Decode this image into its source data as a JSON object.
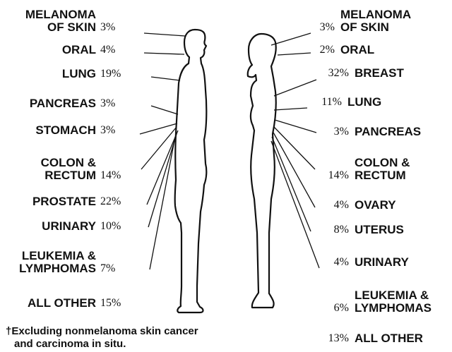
{
  "male": {
    "items": [
      {
        "label": [
          "MELANOMA",
          "OF SKIN"
        ],
        "pct": "3%"
      },
      {
        "label": [
          "ORAL"
        ],
        "pct": "4%"
      },
      {
        "label": [
          "LUNG"
        ],
        "pct": "19%"
      },
      {
        "label": [
          "PANCREAS"
        ],
        "pct": "3%"
      },
      {
        "label": [
          "STOMACH"
        ],
        "pct": "3%"
      },
      {
        "label": [
          "COLON &",
          "RECTUM"
        ],
        "pct": "14%"
      },
      {
        "label": [
          "PROSTATE"
        ],
        "pct": "22%"
      },
      {
        "label": [
          "URINARY"
        ],
        "pct": "10%"
      },
      {
        "label": [
          "LEUKEMIA &",
          "LYMPHOMAS"
        ],
        "pct": "7%"
      },
      {
        "label": [
          "ALL OTHER"
        ],
        "pct": "15%"
      }
    ]
  },
  "female": {
    "items": [
      {
        "label": [
          "MELANOMA",
          "OF SKIN"
        ],
        "pct": "3%"
      },
      {
        "label": [
          "ORAL"
        ],
        "pct": "2%"
      },
      {
        "label": [
          "BREAST"
        ],
        "pct": "32%"
      },
      {
        "label": [
          "LUNG"
        ],
        "pct": "11%"
      },
      {
        "label": [
          "PANCREAS"
        ],
        "pct": "3%"
      },
      {
        "label": [
          "COLON &",
          "RECTUM"
        ],
        "pct": "14%"
      },
      {
        "label": [
          "OVARY"
        ],
        "pct": "4%"
      },
      {
        "label": [
          "UTERUS"
        ],
        "pct": "8%"
      },
      {
        "label": [
          "URINARY"
        ],
        "pct": "4%"
      },
      {
        "label": [
          "LEUKEMIA &",
          "LYMPHOMAS"
        ],
        "pct": "6%"
      },
      {
        "label": [
          "ALL OTHER"
        ],
        "pct": "13%"
      }
    ]
  },
  "footnote": {
    "line1": "†Excluding nonmelanoma skin cancer",
    "line2": "and carcinoma in situ."
  },
  "colors": {
    "ink": "#111111",
    "background": "#ffffff"
  }
}
